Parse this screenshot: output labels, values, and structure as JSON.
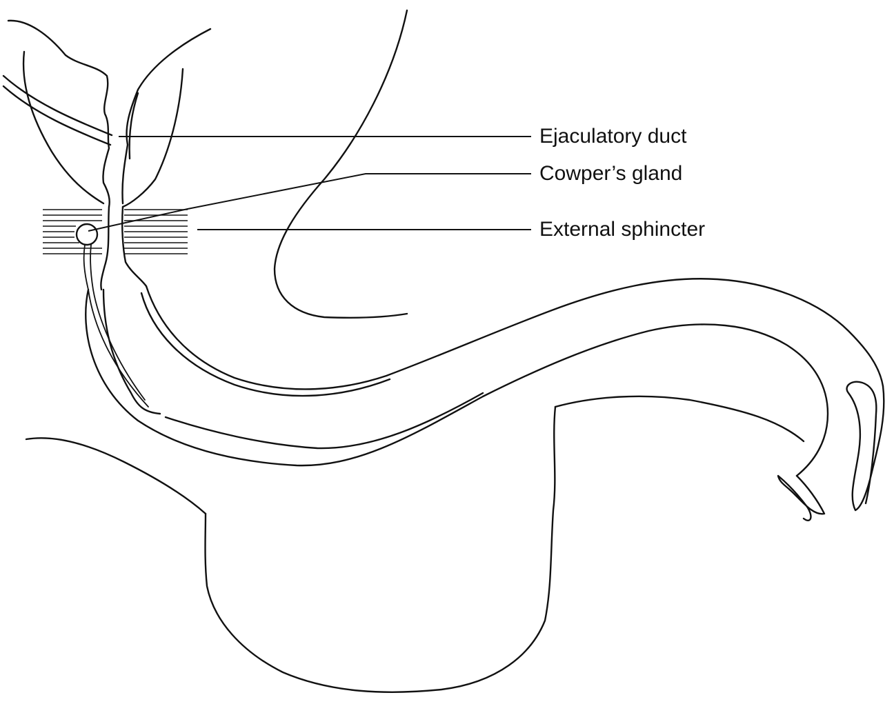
{
  "labels": {
    "ejaculatory_duct": "Ejaculatory duct",
    "cowpers_gland": "Cowper’s gland",
    "external_sphincter": "External sphincter"
  },
  "colors": {
    "line": "#111111",
    "background": "#ffffff"
  }
}
